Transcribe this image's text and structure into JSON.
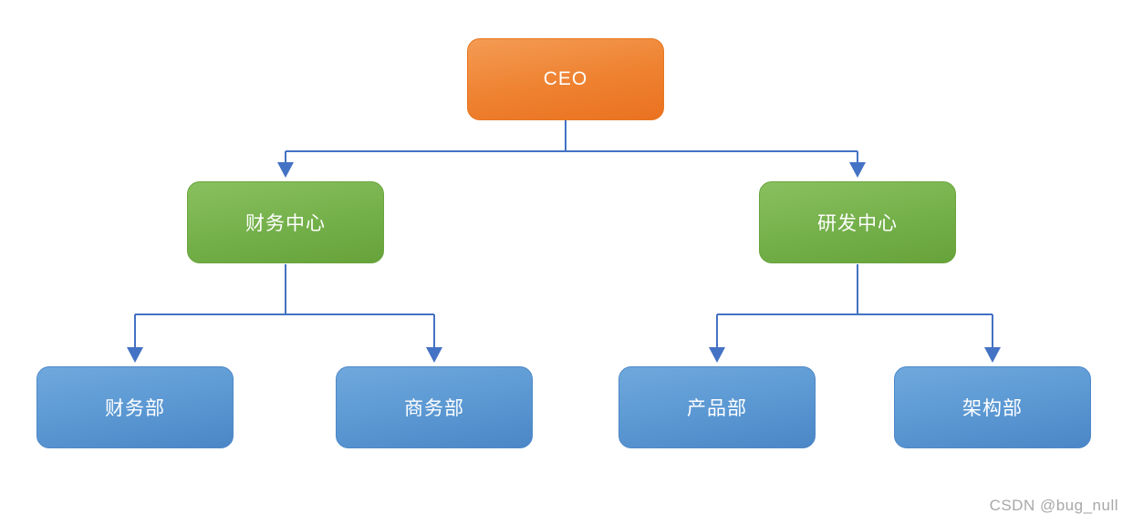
{
  "diagram": {
    "type": "org-chart",
    "nodes": {
      "ceo": {
        "label": "CEO",
        "level": "root"
      },
      "finance_center": {
        "label": "财务中心",
        "level": "center"
      },
      "rd_center": {
        "label": "研发中心",
        "level": "center"
      },
      "finance_dept": {
        "label": "财务部",
        "level": "dept"
      },
      "business_dept": {
        "label": "商务部",
        "level": "dept"
      },
      "product_dept": {
        "label": "产品部",
        "level": "dept"
      },
      "architecture_dept": {
        "label": "架构部",
        "level": "dept"
      }
    },
    "edges": [
      {
        "from": "ceo",
        "to": "finance_center"
      },
      {
        "from": "ceo",
        "to": "rd_center"
      },
      {
        "from": "finance_center",
        "to": "finance_dept"
      },
      {
        "from": "finance_center",
        "to": "business_dept"
      },
      {
        "from": "rd_center",
        "to": "product_dept"
      },
      {
        "from": "rd_center",
        "to": "architecture_dept"
      }
    ],
    "colors": {
      "root_fill": "#ED7D31",
      "center_fill": "#70AD47",
      "dept_fill": "#5B9BD5",
      "connector": "#4472C4",
      "node_text": "#FFFFFF"
    }
  },
  "watermark": {
    "text": "CSDN @bug_null",
    "color": "#A8A8A8"
  }
}
